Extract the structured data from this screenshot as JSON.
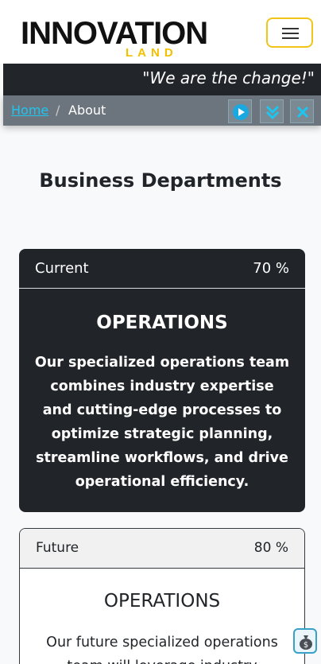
{
  "header": {
    "logo_text": "INNOVATION",
    "logo_subtext": "LAND",
    "menu_icon": "hamburger-menu-icon"
  },
  "tagline": "\"We are the change!\"",
  "breadcrumb": {
    "home": "Home",
    "separator": "/",
    "current": "About",
    "actions": [
      "play-icon",
      "double-chevron-down-icon",
      "close-icon"
    ]
  },
  "main": {
    "title": "Business Departments",
    "cards": [
      {
        "status": "Current",
        "percent": "70 %",
        "title": "OPERATIONS",
        "text": "Our specialized operations team combines industry expertise and cutting-edge processes to optimize strategic planning, streamline workflows, and drive operational efficiency."
      },
      {
        "status": "Future",
        "percent": "80 %",
        "title": "OPERATIONS",
        "text": "Our future specialized operations team will leverage industry"
      }
    ]
  },
  "floating_button": {
    "icon": "money-bag-icon"
  },
  "colors": {
    "accent_yellow": "#f0c419",
    "dark": "#212529",
    "link_cyan": "#1ec5f0",
    "icon_blue": "#1aa8e0"
  }
}
